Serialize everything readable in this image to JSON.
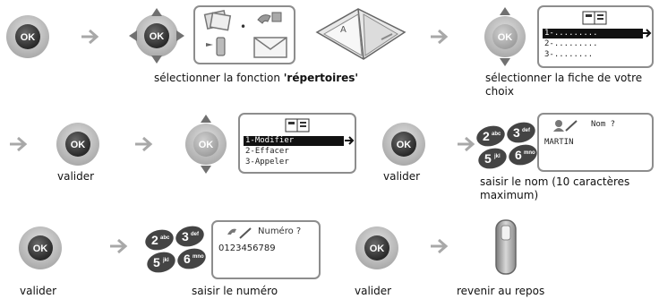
{
  "captions": {
    "select_function_pre": "sélectionner la fonction ",
    "select_function_bold": "'répertoires'",
    "select_card": "sélectionner la fiche de votre choix",
    "validate_1": "valider",
    "validate_2": "valider",
    "enter_name": "saisir le nom (10 caractères maximum)",
    "validate_3": "valider",
    "enter_number": "saisir le numéro",
    "validate_4": "valider",
    "return_idle": "revenir au repos"
  },
  "ok_label": "OK",
  "screen_list": {
    "item1": "1-.........",
    "item2": "2-.........",
    "item3": "3-........"
  },
  "screen_menu": {
    "item1": "1-Modifier",
    "item2": "2-Effacer",
    "item3": "3-Appeler"
  },
  "screen_name": {
    "title": "Nom ?",
    "value": "MARTIN"
  },
  "screen_number": {
    "title": "Numéro ?",
    "value": "0123456789"
  },
  "keypad": {
    "key2": "2",
    "key2_letters": "abc",
    "key3": "3",
    "key3_letters": "def",
    "key5": "5",
    "key5_letters": "jkl",
    "key6": "6",
    "key6_letters": "mno"
  },
  "colors": {
    "arrow": "#a8a8a8",
    "ok_ring": "#9a9a9a",
    "ok_center": "#333333",
    "nav_arrow": "#707070",
    "screen_border": "#8d8d8d",
    "key_bg": "#444444"
  }
}
